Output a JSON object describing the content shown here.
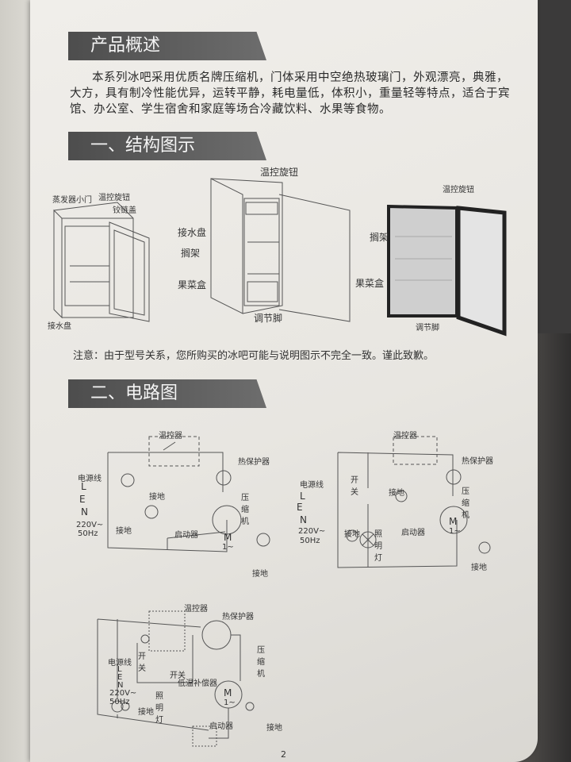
{
  "sections": {
    "overview_title": "产品概述",
    "overview_text": "本系列冰吧采用优质名牌压缩机，门体采用中空绝热玻璃门，外观漂亮，典雅，大方，具有制冷性能优异，运转平静，耗电量低，体积小，重量轻等特点，适合于宾馆、办公室、学生宿舍和家庭等场合冷藏饮料、水果等食物。",
    "structure_title": "一、结构图示",
    "circuit_title": "二、电路图"
  },
  "structure": {
    "fig1": {
      "evaporator_door": "蒸发器小门",
      "thermostat_knob": "温控旋钮",
      "hinge_cover": "铰链盖",
      "drip_tray": "接水盘"
    },
    "fig2": {
      "thermostat_knob": "温控旋钮",
      "drip_tray": "接水盘",
      "shelf": "搁架",
      "crisper": "果菜盒",
      "adjustable_foot": "调节脚"
    },
    "fig3": {
      "thermostat_knob": "温控旋钮",
      "shelf": "搁架",
      "crisper": "果菜盒",
      "adjustable_foot": "调节脚"
    },
    "note": "注意：由于型号关系，您所购买的冰吧可能与说明图示不完全一致。谨此致歉。"
  },
  "circuits": {
    "c1": {
      "thermostat": "温控器",
      "overload": "热保护器",
      "power_cord": "电源线",
      "L": "L",
      "E": "E",
      "N": "N",
      "voltage": "220V~",
      "freq": "50Hz",
      "ground1": "接地",
      "ground2": "接地",
      "ground3": "接地",
      "compressor": "压缩机",
      "starter": "启动器",
      "motor_m": "M",
      "motor_1": "1~"
    },
    "c2": {
      "thermostat": "温控器",
      "overload": "热保护器",
      "power_cord": "电源线",
      "L": "L",
      "E": "E",
      "N": "N",
      "voltage": "220V~",
      "freq": "50Hz",
      "switch": "开关",
      "ground1": "接地",
      "ground2": "接地",
      "ground3": "接地",
      "lamp": "照明灯",
      "compressor": "压缩机",
      "starter": "启动器",
      "motor_m": "M",
      "motor_1": "1~"
    },
    "c3": {
      "thermostat": "温控器",
      "overload": "热保护器",
      "power_cord": "电源线",
      "L": "L",
      "E": "E",
      "N": "N",
      "voltage": "220V~",
      "freq": "50Hz",
      "switch": "开关",
      "switch2": "开关",
      "heater": "低温补偿器",
      "lamp": "照明灯",
      "compressor": "压缩机",
      "starter": "启动器",
      "ground": "接地",
      "ground2": "接地",
      "motor_m": "M",
      "motor_1": "1~"
    }
  },
  "page_number": "2"
}
